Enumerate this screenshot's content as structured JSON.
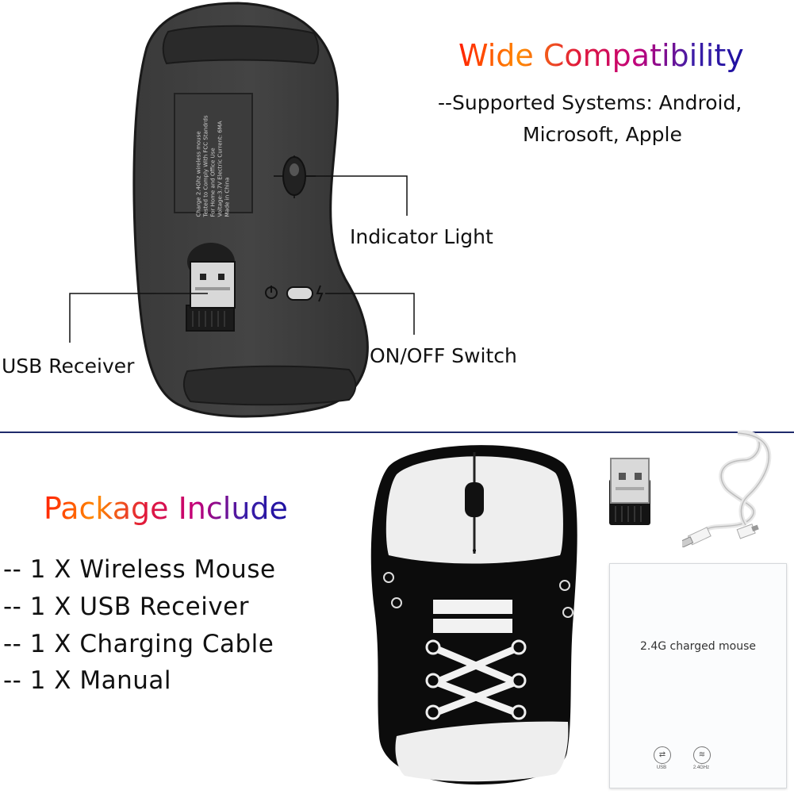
{
  "compatibility": {
    "title": "Wide Compatibility",
    "line1": "--Supported Systems: Android,",
    "line2": "Microsoft, Apple"
  },
  "callouts": {
    "indicator": "Indicator Light",
    "usb": "USB Receiver",
    "switch": "ON/OFF Switch"
  },
  "label_sticker": {
    "lines": [
      "Charge 2.4Ghz wireless mouse",
      "Tested to Comply With FCC Standrds",
      "For Home and Office Use",
      "Voltage:3.7V    Electric Current: 6MA",
      "Made in China"
    ]
  },
  "package": {
    "title": "Package Include",
    "items": [
      "-- 1 X Wireless Mouse",
      "-- 1 X USB Receiver",
      "-- 1 X Charging Cable",
      "-- 1 X Manual"
    ]
  },
  "manual": {
    "title": "2.4G charged mouse",
    "icon1_label": "USB",
    "icon2_label": "2.4GHz"
  },
  "colors": {
    "divider": "#1f2a6b",
    "mouse_body": "#2f2f2f"
  }
}
